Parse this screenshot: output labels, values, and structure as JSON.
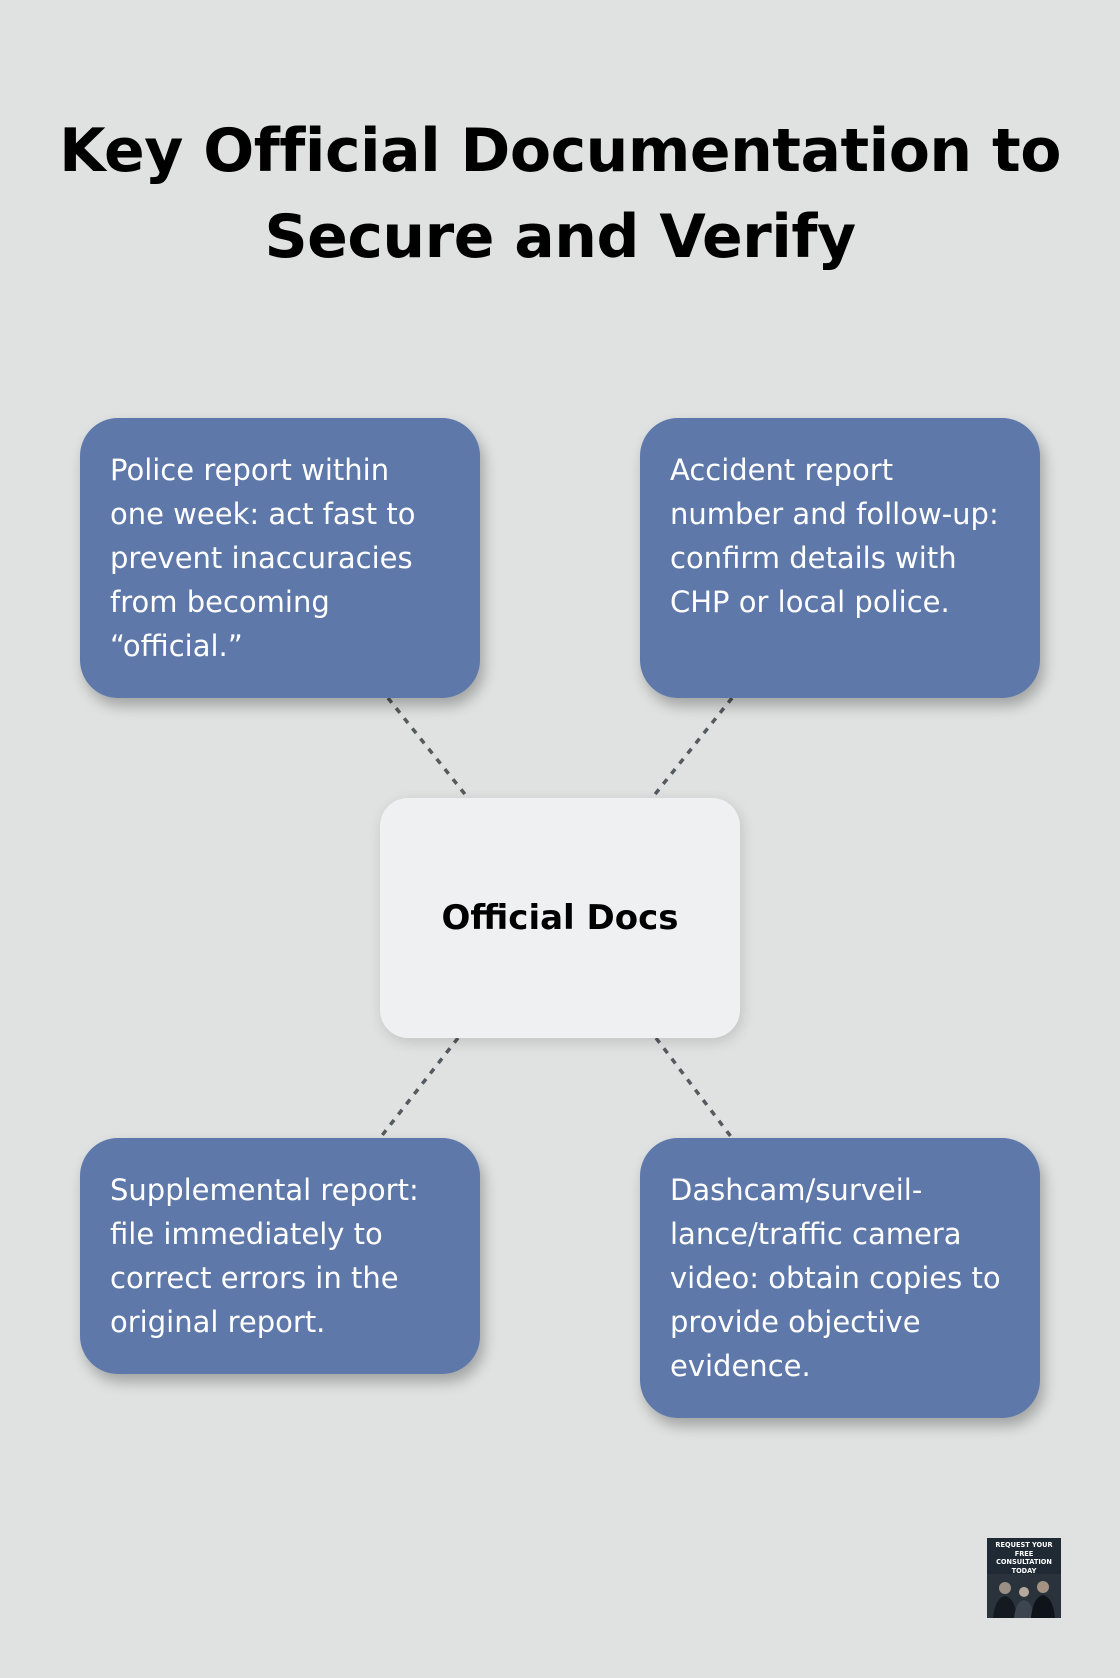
{
  "title": "Key Official Documentation to Secure and Verify",
  "center": {
    "label": "Official Docs"
  },
  "nodes": {
    "top_left": "Police report within one week: act fast to prevent inaccuracies from becoming “official.”",
    "top_right": "Accident report number and follow-up: confirm details with CHP or local police.",
    "bottom_left": "Supplemental report: file immediately to correct errors in the original report.",
    "bottom_right": "Dashcam/surveil-lance/traffic camera video: obtain copies to provide objective evidence."
  },
  "badge": {
    "text": "REQUEST YOUR FREE CONSULTATION TODAY"
  },
  "colors": {
    "background": "#e0e2e2",
    "node_fill": "#5f78aa",
    "center_fill": "#eff0f2",
    "connector": "#555a5e",
    "badge_fill": "#1f2a34"
  }
}
